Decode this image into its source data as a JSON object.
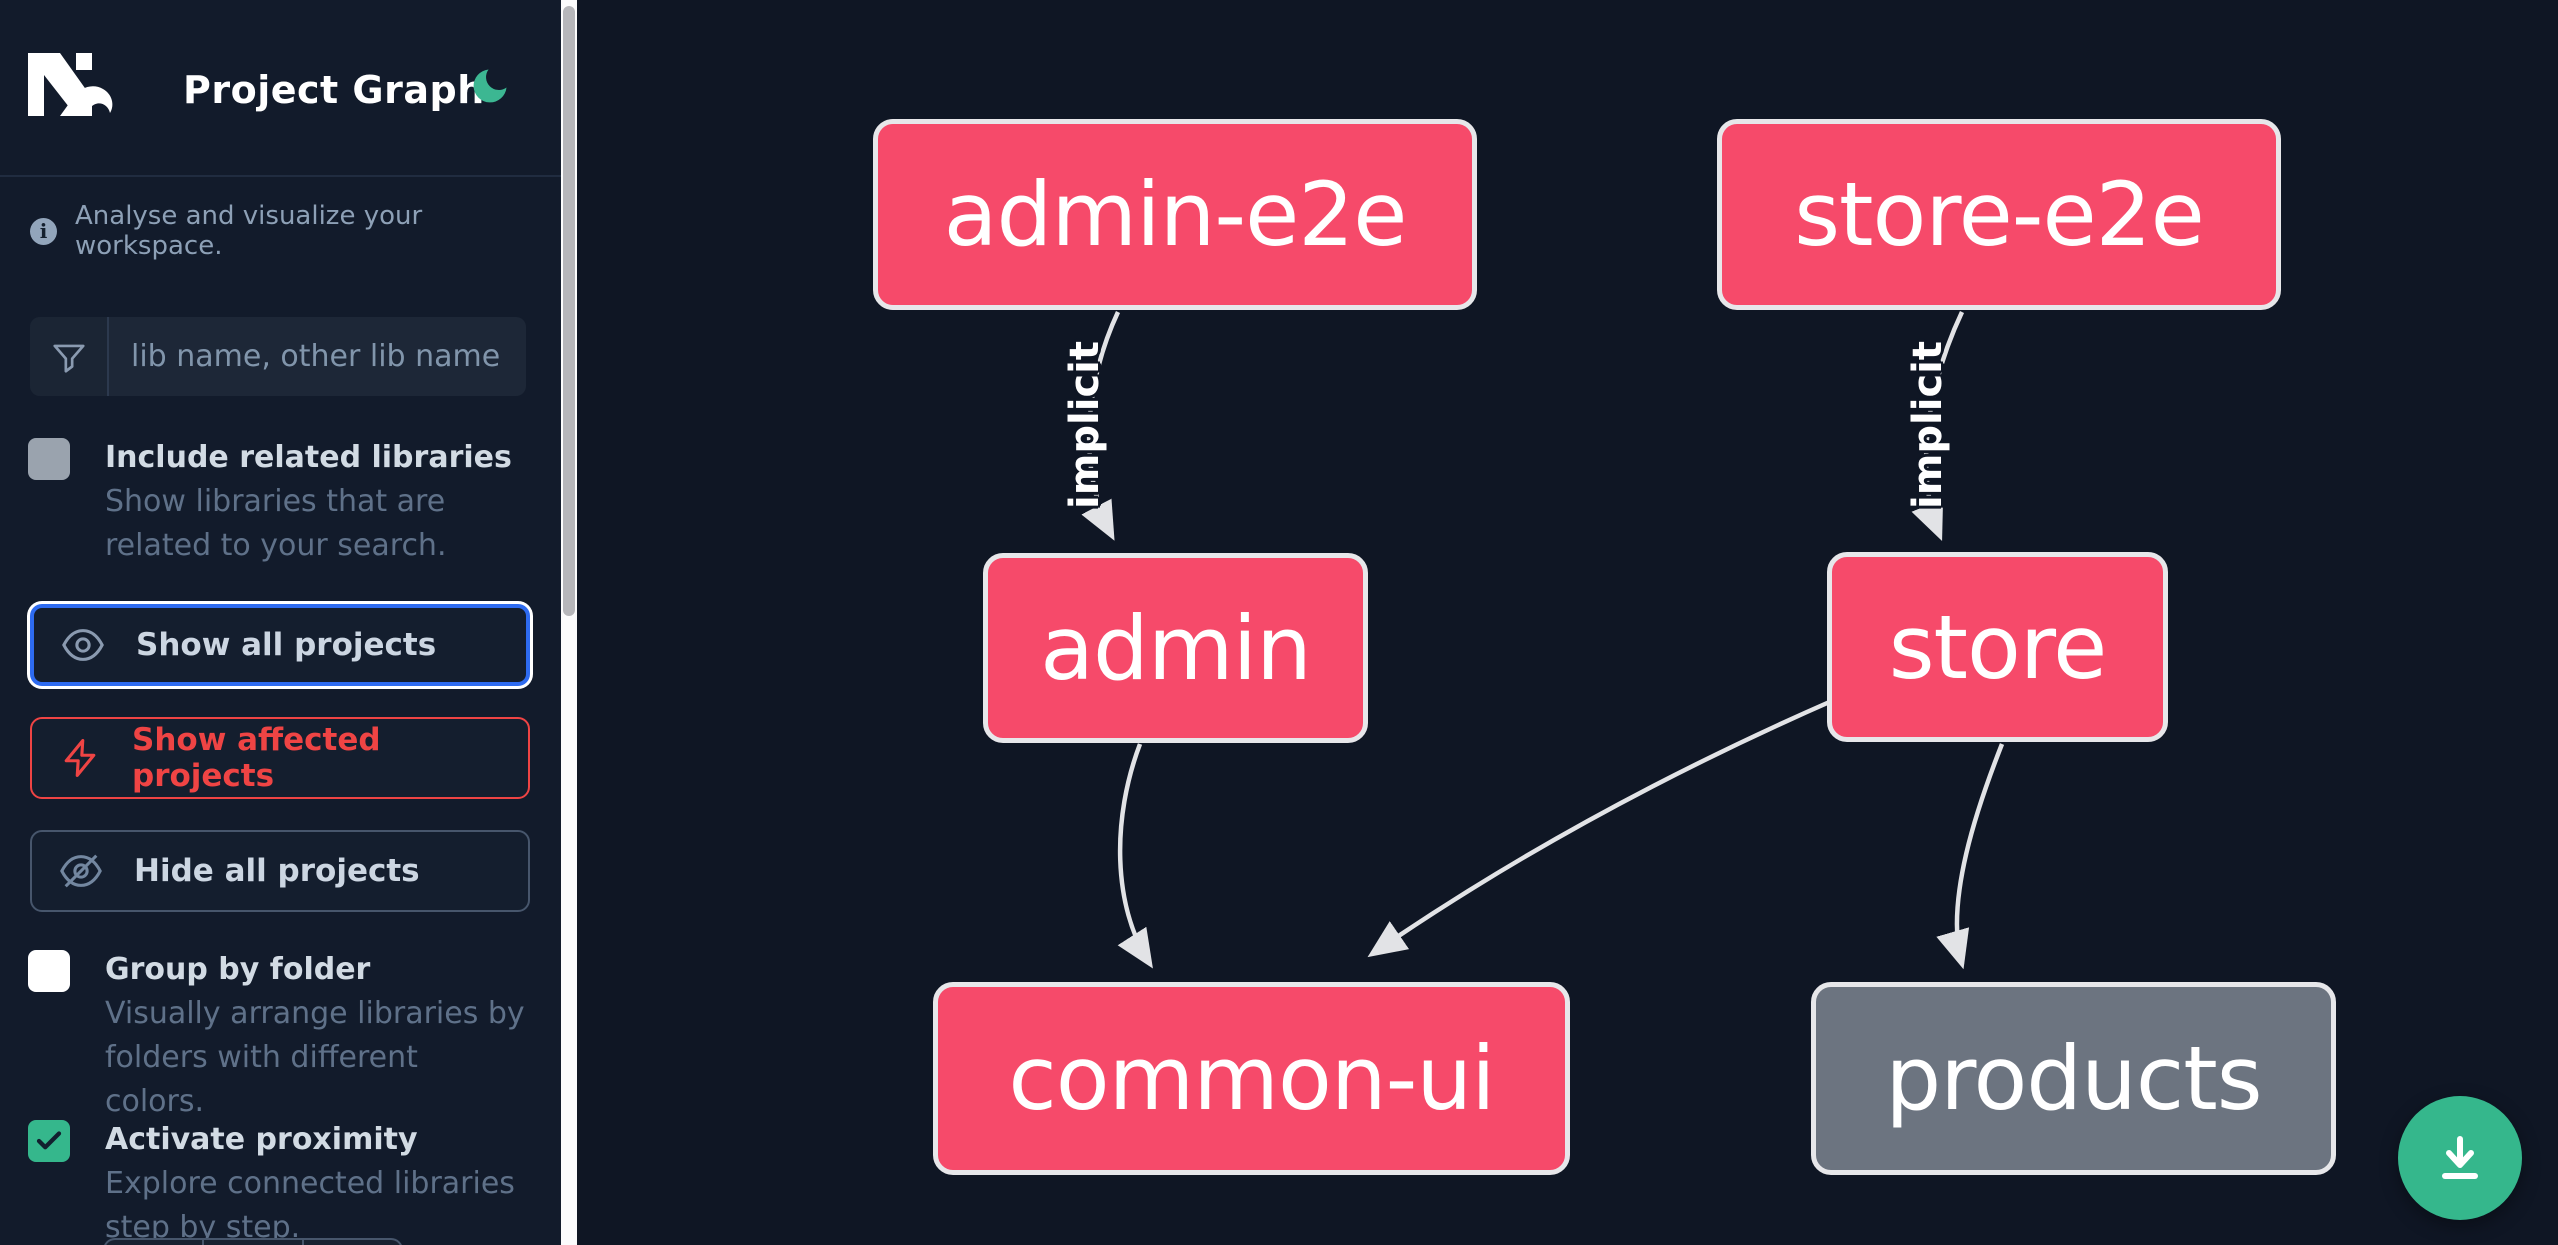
{
  "header": {
    "title": "Project Graph",
    "theme_toggle": "dark-mode-moon"
  },
  "sidebar": {
    "tagline": "Analyse and visualize your workspace.",
    "search": {
      "placeholder": "lib name, other lib name",
      "value": ""
    },
    "include_related": {
      "label": "Include related libraries",
      "description": "Show libraries that are related to your search.",
      "checked": false
    },
    "buttons": {
      "show_all": "Show all projects",
      "show_affected": "Show affected projects",
      "hide_all": "Hide all projects",
      "focused_button": "show_all"
    },
    "group_by_folder": {
      "label": "Group by folder",
      "description": "Visually arrange libraries by folders with different colors.",
      "checked": false
    },
    "activate_proximity": {
      "label": "Activate proximity",
      "description": "Explore connected libraries step by step.",
      "checked": true
    }
  },
  "graph": {
    "nodes": [
      {
        "id": "admin-e2e",
        "label": "admin-e2e",
        "type": "affected"
      },
      {
        "id": "store-e2e",
        "label": "store-e2e",
        "type": "affected"
      },
      {
        "id": "admin",
        "label": "admin",
        "type": "affected"
      },
      {
        "id": "store",
        "label": "store",
        "type": "affected"
      },
      {
        "id": "common-ui",
        "label": "common-ui",
        "type": "affected"
      },
      {
        "id": "products",
        "label": "products",
        "type": "regular"
      }
    ],
    "edges": [
      {
        "source": "admin-e2e",
        "target": "admin",
        "label": "implicit"
      },
      {
        "source": "store-e2e",
        "target": "store",
        "label": "implicit"
      },
      {
        "source": "admin",
        "target": "common-ui",
        "label": ""
      },
      {
        "source": "store",
        "target": "common-ui",
        "label": ""
      },
      {
        "source": "store",
        "target": "products",
        "label": ""
      }
    ]
  },
  "colors": {
    "affected_node": "#f64a6a",
    "regular_node": "#6c7480",
    "node_border": "#e7e7ea",
    "edge": "#e2e3e6",
    "accent_green": "#35b78c",
    "focus_blue": "#2e6bf0",
    "danger_red": "#ef4444",
    "background": "#0f1624",
    "sidebar_background": "#121b2b"
  }
}
